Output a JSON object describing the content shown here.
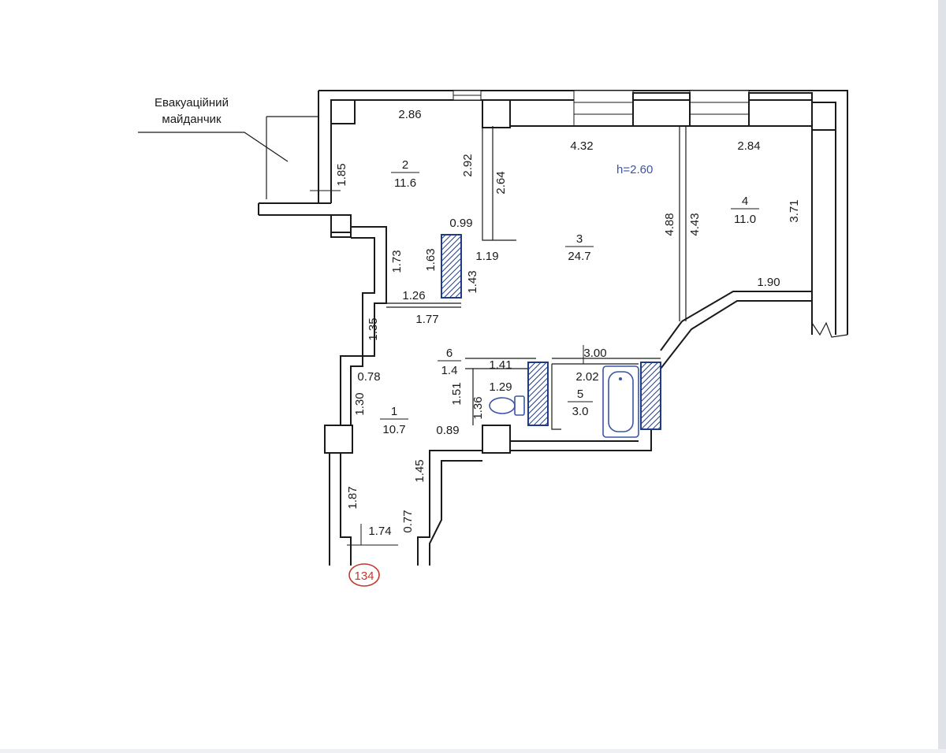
{
  "plan": {
    "evac_label_line1": "Евакуаційний",
    "evac_label_line2": "майданчик",
    "ceiling_height": "h=2.60",
    "sheet_number": "134",
    "rooms": [
      {
        "number": "1",
        "area": "10.7"
      },
      {
        "number": "2",
        "area": "11.6"
      },
      {
        "number": "3",
        "area": "24.7"
      },
      {
        "number": "4",
        "area": "11.0"
      },
      {
        "number": "5",
        "area": "3.0"
      },
      {
        "number": "6",
        "area": "1.4"
      }
    ],
    "dimensions": {
      "d_2_86": "2.86",
      "d_4_32": "4.32",
      "d_2_84": "2.84",
      "d_1_85": "1.85",
      "d_2_92": "2.92",
      "d_2_64": "2.64",
      "d_0_99": "0.99",
      "d_1_63": "1.63",
      "d_1_73": "1.73",
      "d_1_19": "1.19",
      "d_1_43": "1.43",
      "d_1_26": "1.26",
      "d_1_77": "1.77",
      "d_4_88": "4.88",
      "d_4_43": "4.43",
      "d_3_71": "3.71",
      "d_1_90": "1.90",
      "d_1_35": "1.35",
      "d_0_78": "0.78",
      "d_1_30": "1.30",
      "d_1_41": "1.41",
      "d_1_29": "1.29",
      "d_1_51": "1.51",
      "d_1_36": "1.36",
      "d_0_89": "0.89",
      "d_3_00": "3.00",
      "d_2_02": "2.02",
      "d_1_45": "1.45",
      "d_1_87": "1.87",
      "d_0_77": "0.77",
      "d_1_74": "1.74"
    }
  },
  "colors": {
    "paper": "#ffffff",
    "line": "#1a1a1a",
    "hatch_blue": "#1f3a8a",
    "fixture_blue": "#3a54a8",
    "stamp_red": "#c0392b",
    "height_text": "#3a54a8"
  }
}
